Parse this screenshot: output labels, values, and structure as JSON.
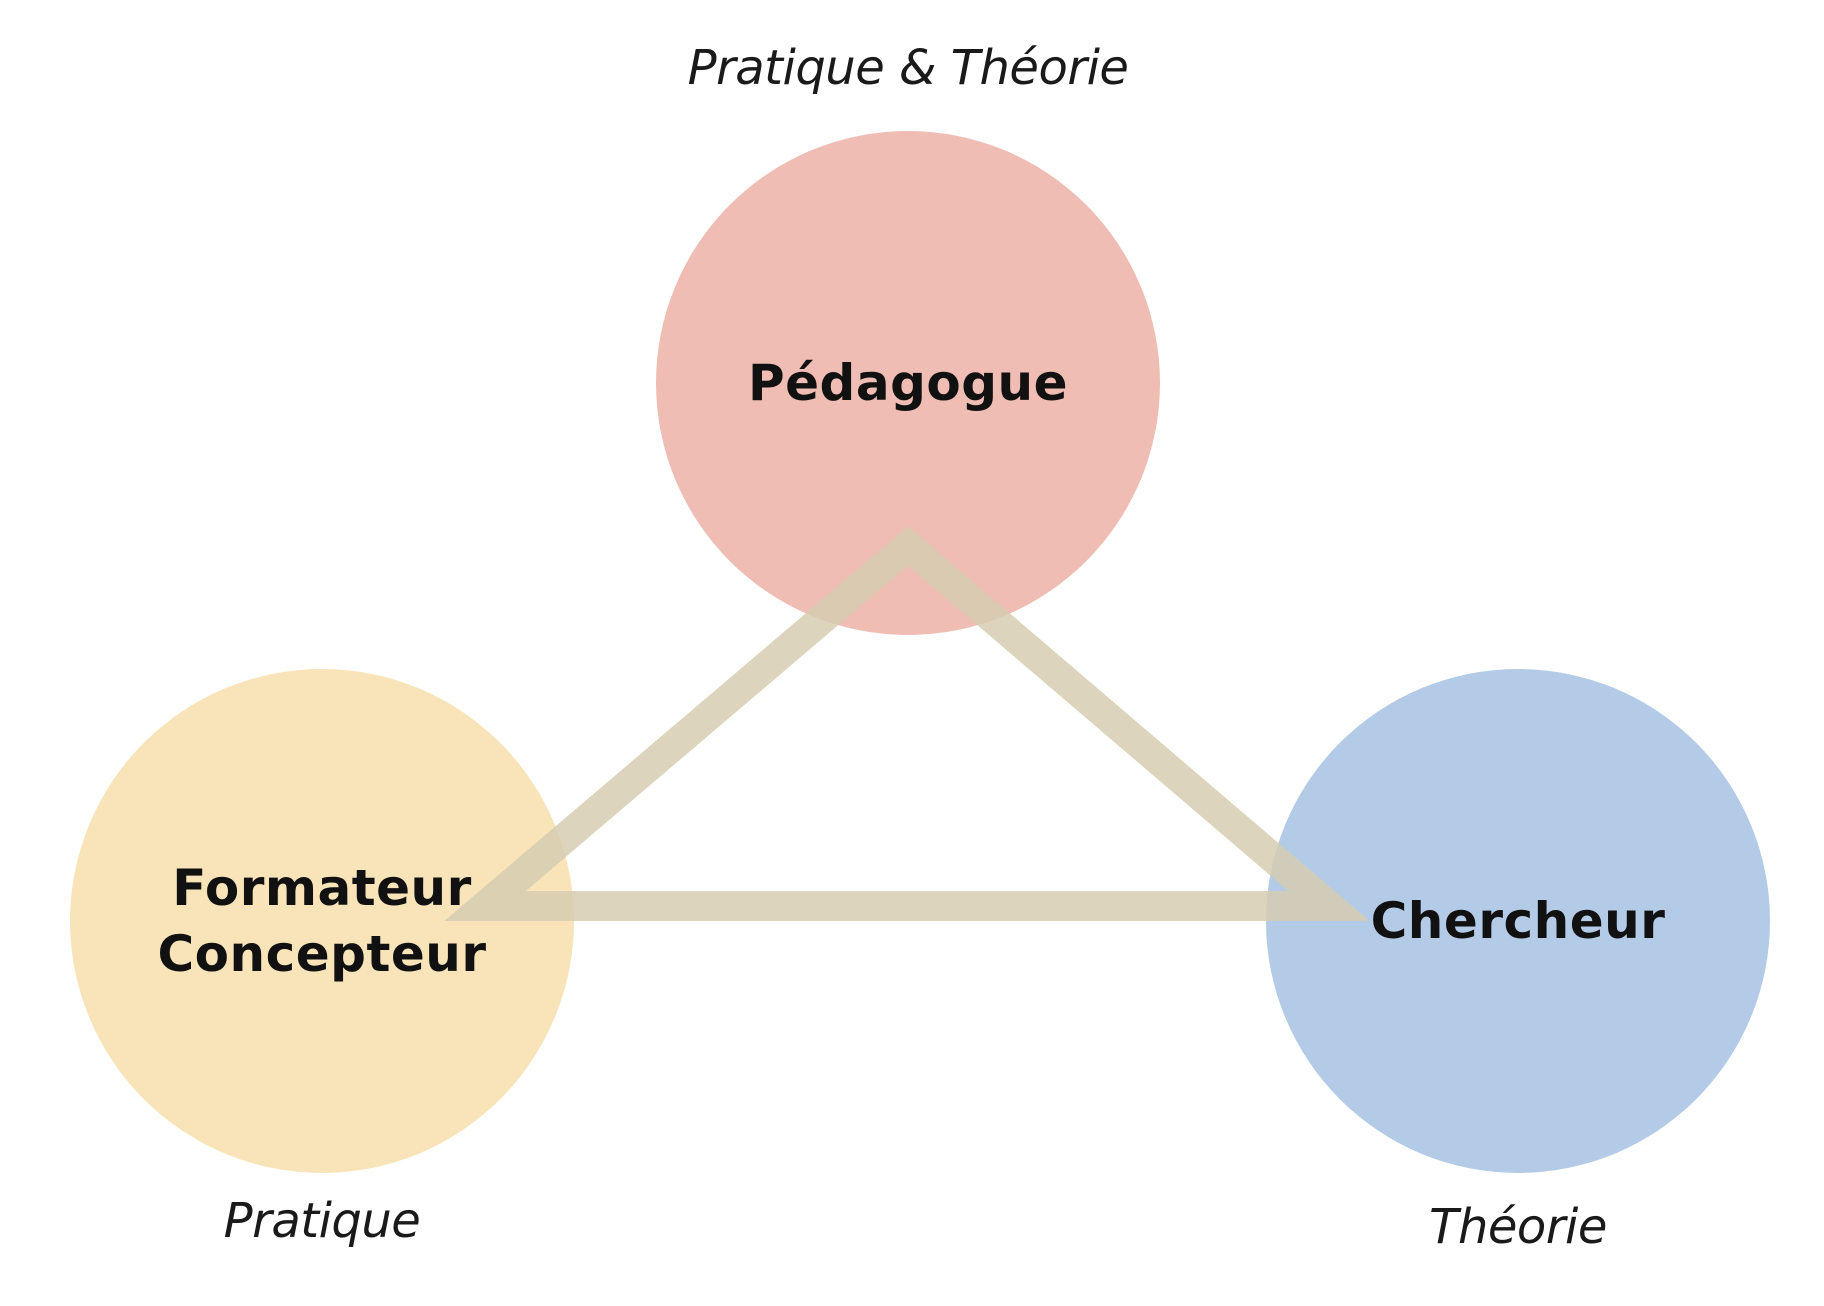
{
  "nodes": {
    "pedagogue": {
      "label": "Pédagogue",
      "color": "#efbdb4"
    },
    "formateur": {
      "line1": "Formateur",
      "line2": "Concepteur",
      "color": "#f8e4b8"
    },
    "chercheur": {
      "label": "Chercheur",
      "color": "#b3cbe6"
    }
  },
  "captions": {
    "top": "Pratique & Théorie",
    "left": "Pratique",
    "right": "Théorie"
  },
  "triangle_color": "#d6cdb0"
}
